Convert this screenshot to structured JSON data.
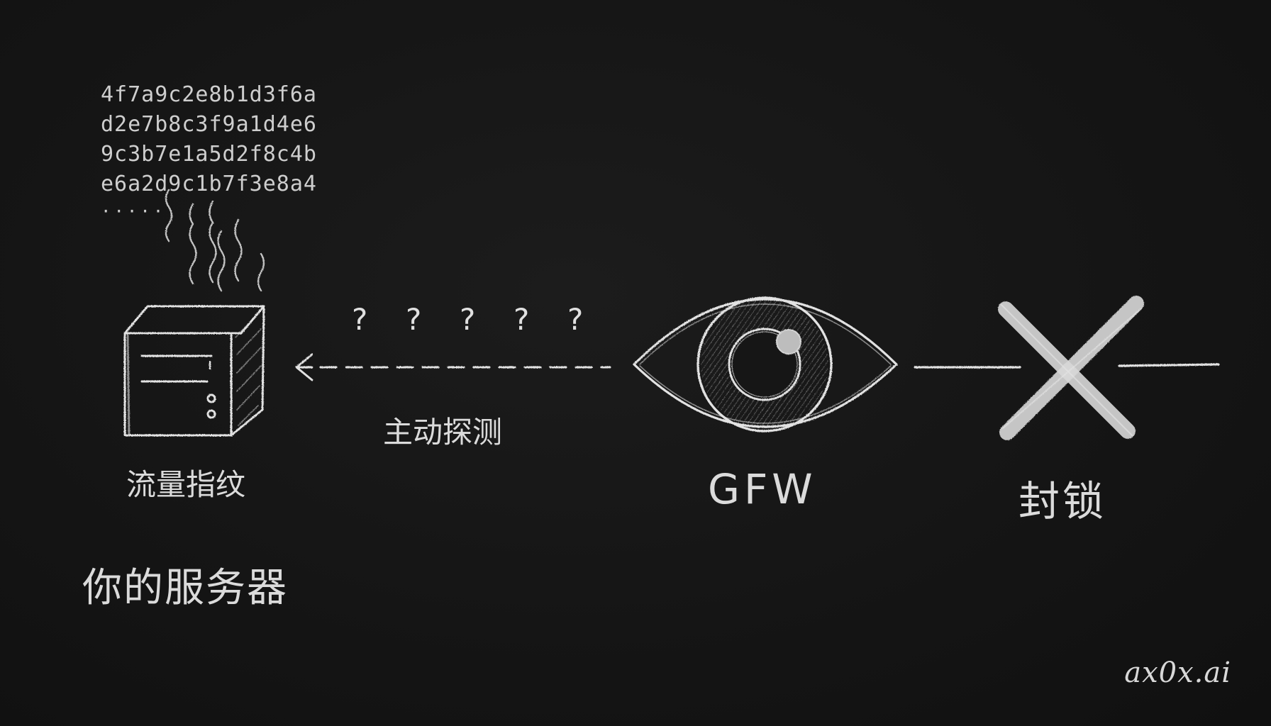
{
  "fingerprint": {
    "hex_lines": [
      "4f7a9c2e8b1d3f6a",
      "d2e7b8c3f9a1d4e6",
      "9c3b7e1a5d2f8c4b",
      "e6a2d9c1b7f3e8a4"
    ],
    "ellipsis": "·····",
    "label": "流量指纹"
  },
  "server": {
    "label": "你的服务器"
  },
  "probe": {
    "question_marks": [
      "?",
      "?",
      "?",
      "?",
      "?"
    ],
    "label": "主动探测"
  },
  "gfw": {
    "label": "GFW"
  },
  "block": {
    "label": "封锁"
  },
  "watermark": "ax0x.ai",
  "colors": {
    "background": "#141414",
    "chalk": "#e4e4e4"
  }
}
